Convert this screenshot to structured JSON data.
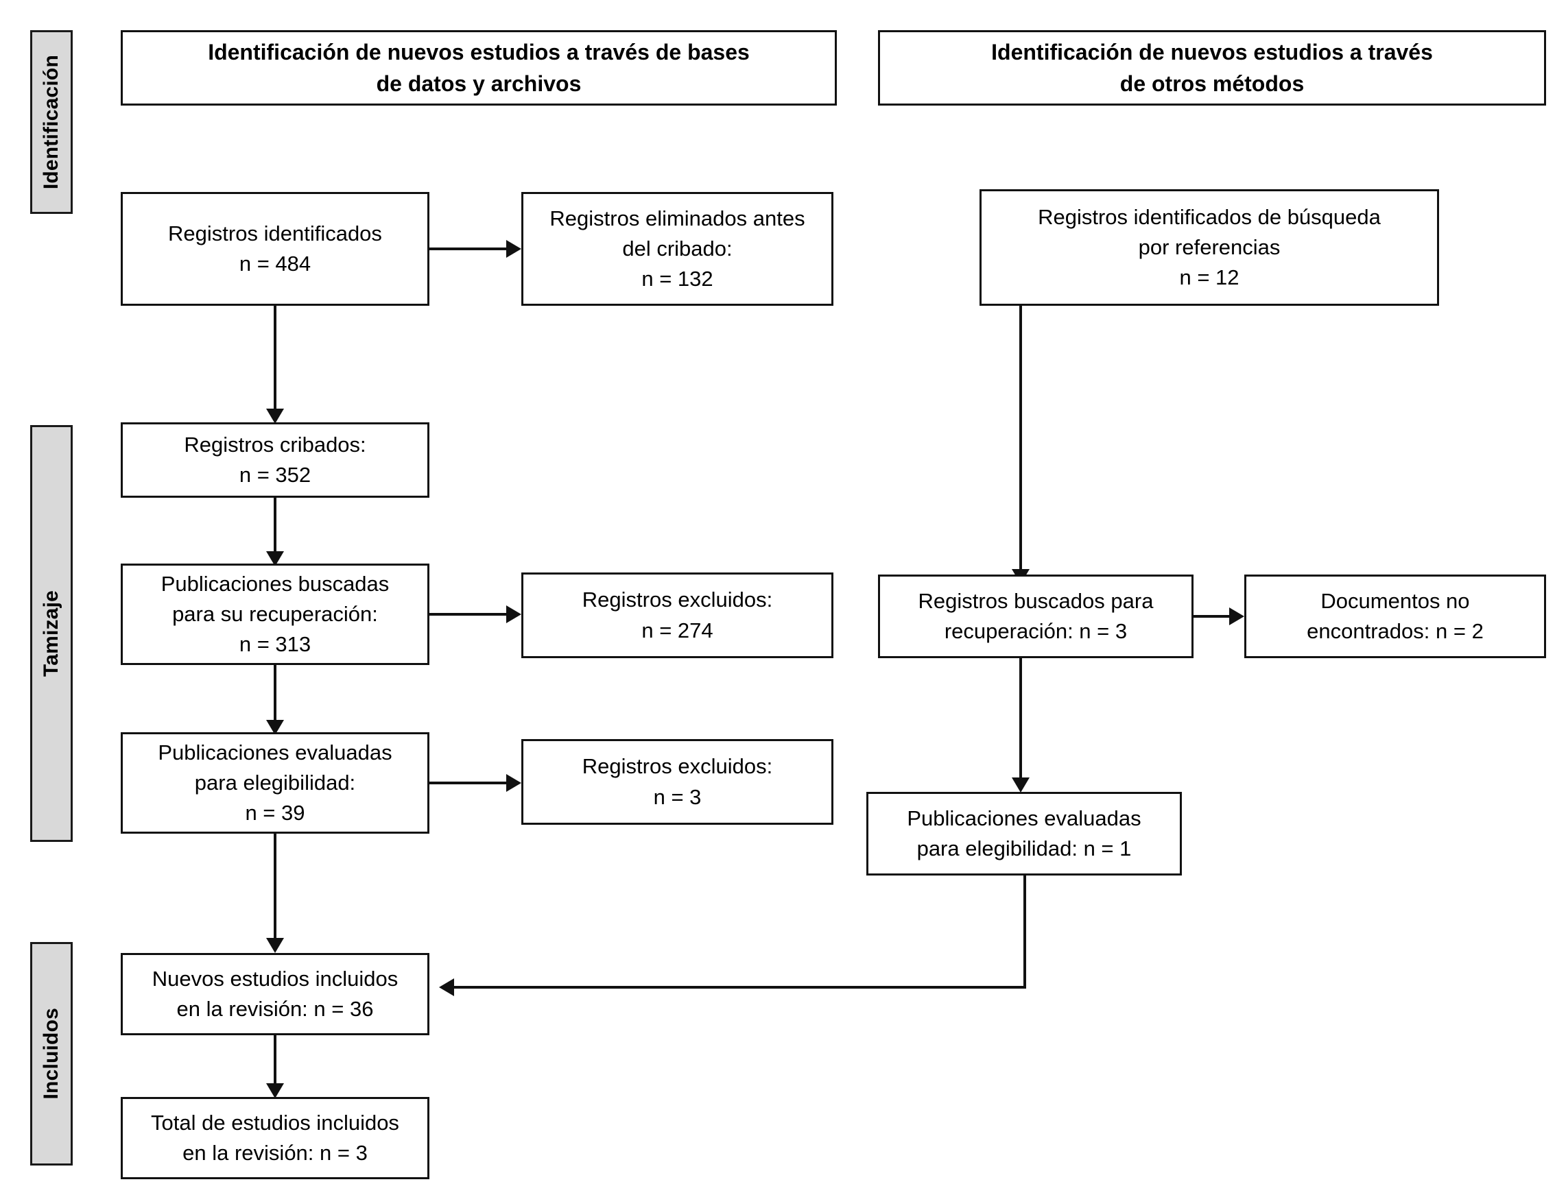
{
  "diagram": {
    "title": "PRISMA flow diagram",
    "language": "es",
    "colors": {
      "band_fill": "#d9d9d9",
      "border": "#111111",
      "node_fill": "#ffffff",
      "text": "#000000"
    }
  },
  "bands": [
    {
      "id": "identificacion",
      "label": "Identificación"
    },
    {
      "id": "tamizaje",
      "label": "Tamizaje"
    },
    {
      "id": "incluidos",
      "label": "Incluidos"
    }
  ],
  "headers": [
    {
      "id": "header-databases",
      "text": "Identificación de nuevos estudios a través de bases\nde datos y archivos"
    },
    {
      "id": "header-other-methods",
      "text": "Identificación de nuevos estudios a través\nde otros métodos"
    }
  ],
  "nodes": {
    "records_identified": {
      "text": "Registros identificados\nn = 484",
      "n": 484
    },
    "records_removed": {
      "text": "Registros eliminados antes\ndel cribado:\nn = 132",
      "n": 132
    },
    "records_identified_refs": {
      "text": "Registros identificados de búsqueda\npor referencias\nn = 12",
      "n": 12
    },
    "records_screened": {
      "text": "Registros cribados:\nn = 352",
      "n": 352
    },
    "reports_sought": {
      "text": "Publicaciones buscadas\npara su recuperación:\nn = 313",
      "n": 313
    },
    "records_excluded_1": {
      "text": "Registros excluidos:\nn = 274",
      "n": 274
    },
    "reports_sought_other": {
      "text": "Registros buscados para\nrecuperación: n = 3",
      "n": 3
    },
    "reports_not_retrieved": {
      "text": "Documentos no\nencontrados: n = 2",
      "n": 2
    },
    "reports_assessed": {
      "text": "Publicaciones evaluadas\npara elegibilidad:\nn = 39",
      "n": 39
    },
    "records_excluded_2": {
      "text": "Registros excluidos:\nn = 3",
      "n": 3
    },
    "reports_assessed_other": {
      "text": "Publicaciones evaluadas\npara elegibilidad: n = 1",
      "n": 1
    },
    "new_studies_included": {
      "text": "Nuevos estudios incluidos\nen la revisión: n = 36",
      "n": 36
    },
    "total_studies_included": {
      "text": "Total de estudios incluidos\nen la revisión: n = 3",
      "n": 3
    }
  }
}
